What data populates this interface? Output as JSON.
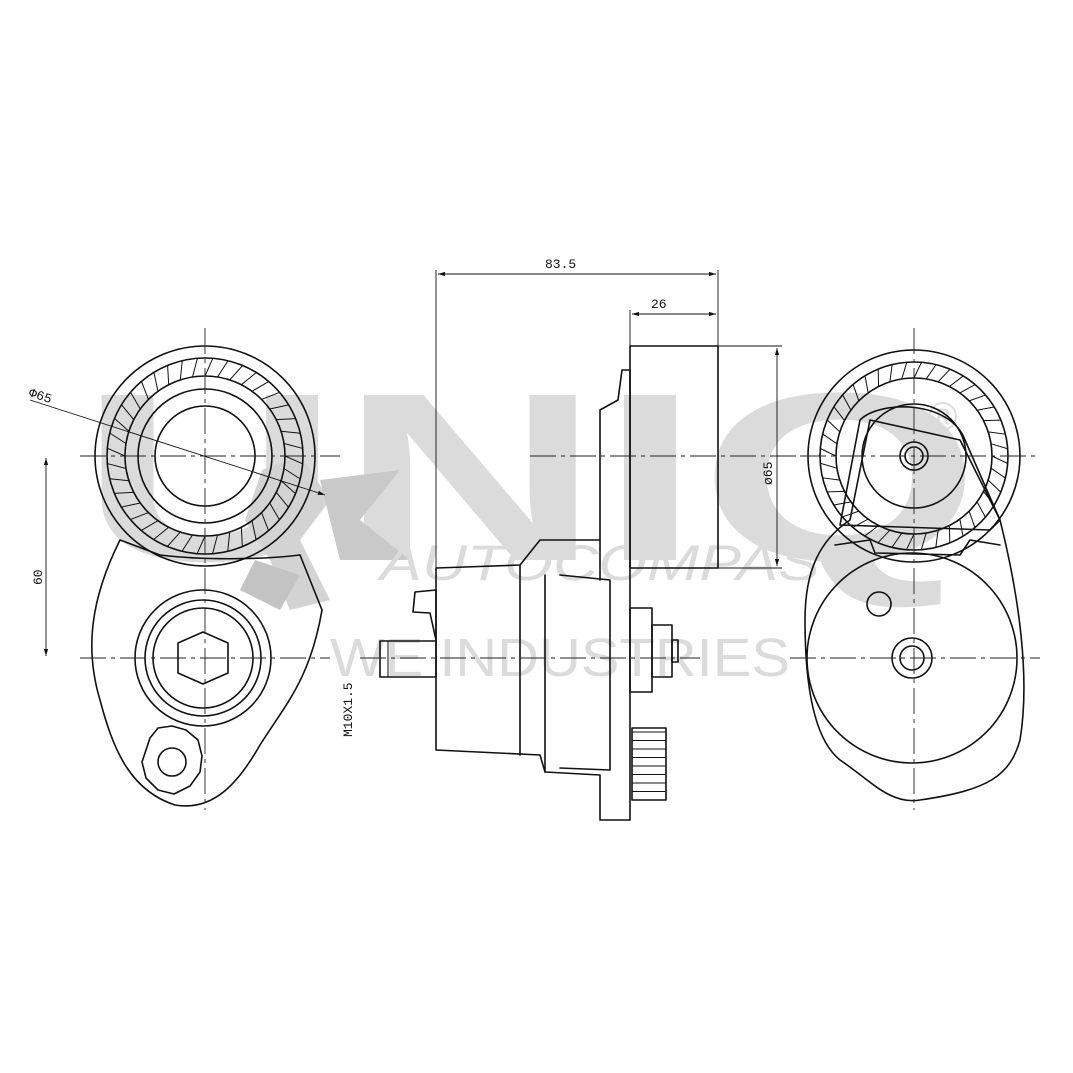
{
  "watermark": {
    "brand": "UNIQ",
    "line1": "AUTOCOMPAS",
    "line2": "WE INDUSTRIES",
    "registered_mark": "®"
  },
  "dimensions": {
    "overall_width": "83.5",
    "pulley_width": "26",
    "pulley_diameter_side": "ø65",
    "pulley_diameter_front": "Φ65",
    "center_distance": "60",
    "thread": "M10X1.5"
  },
  "colors": {
    "line": "#111111",
    "watermark": "#d8d8d8",
    "background": "#ffffff"
  }
}
